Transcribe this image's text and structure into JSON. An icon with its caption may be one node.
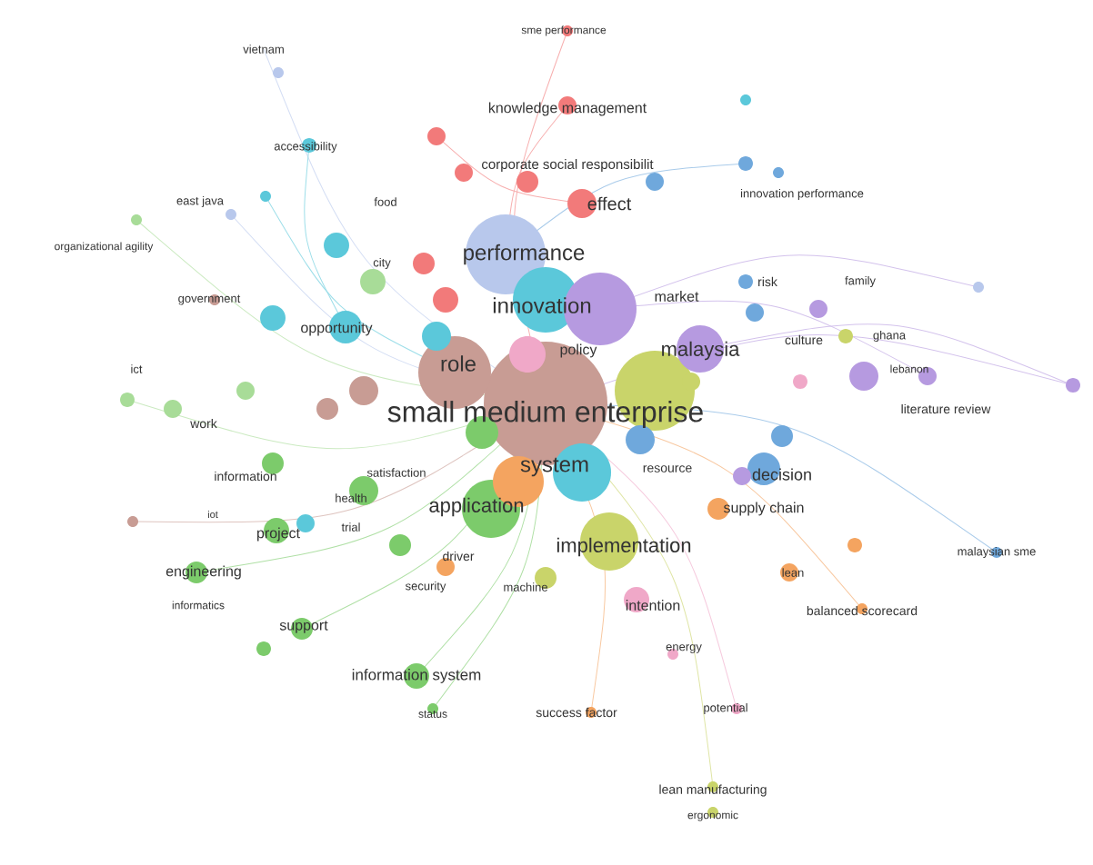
{
  "diagram": {
    "labels": [
      "sme performance",
      "vietnam",
      "knowledge management",
      "accessibility",
      "corporate social responsibilit",
      "east java",
      "food",
      "effect",
      "innovation performance",
      "organizational agility",
      "city",
      "performance",
      "government",
      "innovation",
      "market",
      "risk",
      "family",
      "opportunity",
      "policy",
      "malaysia",
      "culture",
      "ghana",
      "ict",
      "role",
      "lebanon",
      "small medium enterprise",
      "literature review",
      "work",
      "information",
      "satisfaction",
      "system",
      "resource",
      "decision",
      "health",
      "application",
      "iot",
      "supply chain",
      "project",
      "trial",
      "implementation",
      "malaysian sme",
      "engineering",
      "driver",
      "lean",
      "informatics",
      "security",
      "machine",
      "intention",
      "balanced scorecard",
      "support",
      "energy",
      "information system",
      "potential",
      "status",
      "success factor",
      "lean manufacturing",
      "ergonomic"
    ]
  }
}
